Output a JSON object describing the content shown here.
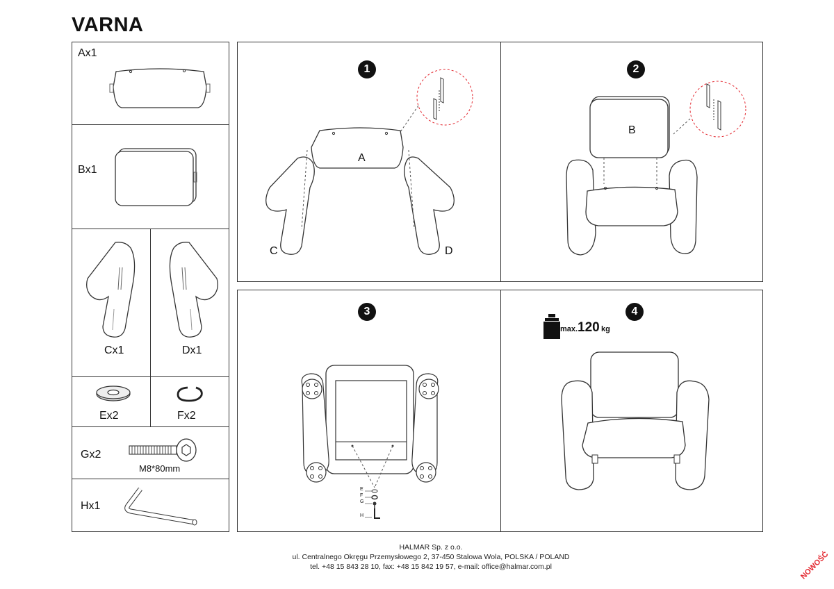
{
  "header": {
    "title": "VARNA"
  },
  "parts": [
    {
      "id": "A",
      "label": "Ax1"
    },
    {
      "id": "B",
      "label": "Bx1"
    },
    {
      "id": "C",
      "label": "Cx1"
    },
    {
      "id": "D",
      "label": "Dx1"
    },
    {
      "id": "E",
      "label": "Ex2"
    },
    {
      "id": "F",
      "label": "Fx2"
    },
    {
      "id": "G",
      "label": "Gx2",
      "spec": "M8*80mm"
    },
    {
      "id": "H",
      "label": "Hx1"
    }
  ],
  "steps": [
    {
      "number": "1",
      "letters": [
        "A",
        "C",
        "D"
      ]
    },
    {
      "number": "2",
      "letters": [
        "B"
      ]
    },
    {
      "number": "3",
      "hardware": [
        "E",
        "F",
        "G",
        "H"
      ]
    },
    {
      "number": "4",
      "weight_prefix": "max.",
      "weight_value": "120",
      "weight_unit": "kg"
    }
  ],
  "footer": {
    "company": "HALMAR Sp. z o.o.",
    "address": "ul. Centralnego Okręgu Przemysłowego 2, 37-450 Stalowa Wola, POLSKA / POLAND",
    "contact": "tel. +48 15 843 28 10, fax: +48 15 842 19 57, e-mail: office@halmar.com.pl"
  },
  "badge": {
    "text": "NOWOŚĆ",
    "color": "#e3262e"
  },
  "colors": {
    "line": "#333333",
    "callout": "#e3262e",
    "step_badge": "#111111"
  }
}
